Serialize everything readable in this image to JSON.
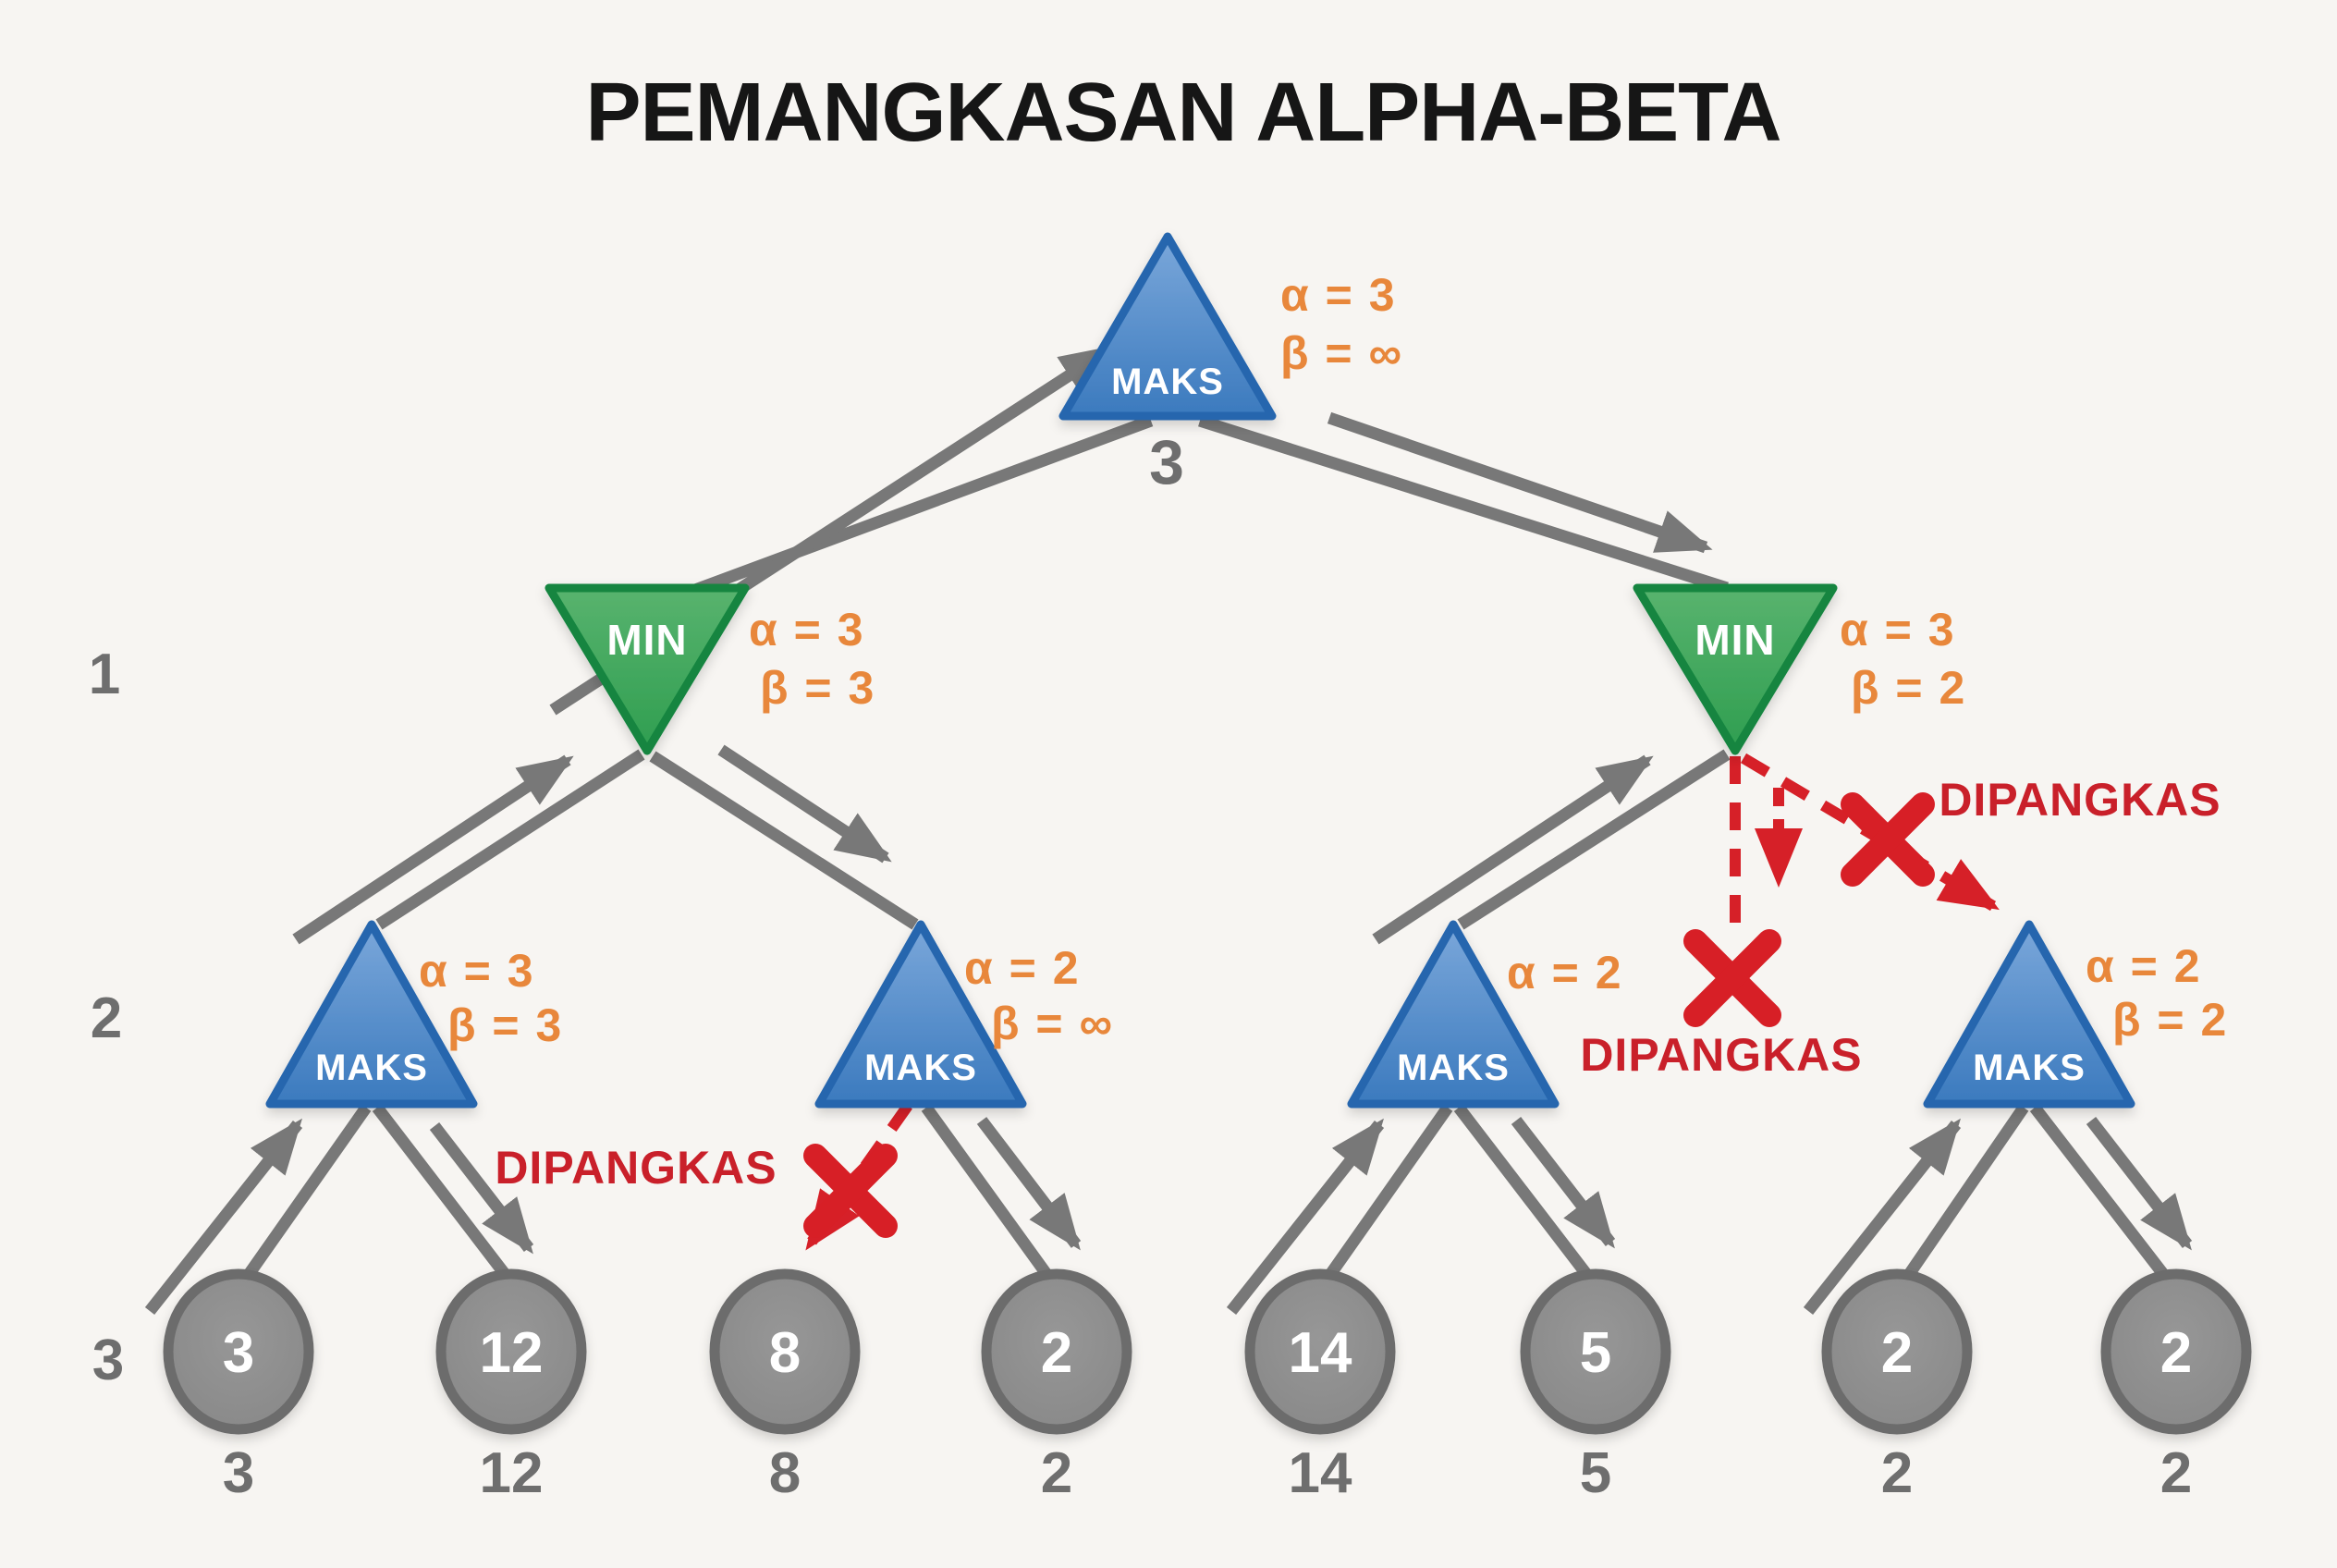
{
  "title": "PEMANGKASAN ALPHA-BETA",
  "depth_labels": [
    "1",
    "2",
    "3"
  ],
  "root": {
    "label": "MAKS",
    "alpha": "α = 3",
    "beta": "β = ∞",
    "value": "3"
  },
  "min_nodes": [
    {
      "label": "MIN",
      "alpha": "α = 3",
      "beta": "β = 3"
    },
    {
      "label": "MIN",
      "alpha": "α = 3",
      "beta": "β = 2"
    }
  ],
  "maks_nodes": [
    {
      "label": "MAKS",
      "alpha": "α = 3",
      "beta": "β = 3"
    },
    {
      "label": "MAKS",
      "alpha": "α = 2",
      "beta": "β = ∞"
    },
    {
      "label": "MAKS",
      "alpha": "α = 2"
    },
    {
      "label": "MAKS",
      "alpha": "α = 2",
      "beta": "β = 2"
    }
  ],
  "leaves": [
    {
      "value": "3",
      "result": "3"
    },
    {
      "value": "12",
      "result": "12"
    },
    {
      "value": "8",
      "result": "8"
    },
    {
      "value": "2",
      "result": "2"
    },
    {
      "value": "14",
      "result": "14"
    },
    {
      "value": "5",
      "result": "5"
    },
    {
      "value": "2",
      "result": "2"
    },
    {
      "value": "2",
      "result": "2"
    }
  ],
  "pruned_labels": {
    "left": "DIPANGKAS",
    "middle": "DIPANGKAS",
    "right": "DIPANGKAS"
  },
  "colors": {
    "background": "#f7f5f2",
    "max_node_blue": "#3b7abe",
    "min_node_green": "#2f9e50",
    "leaf_gray": "#8d8d8d",
    "arrow_gray": "#787878",
    "alpha_beta_orange": "#e8873b",
    "prune_red": "#d62028",
    "title_black": "#161616"
  }
}
